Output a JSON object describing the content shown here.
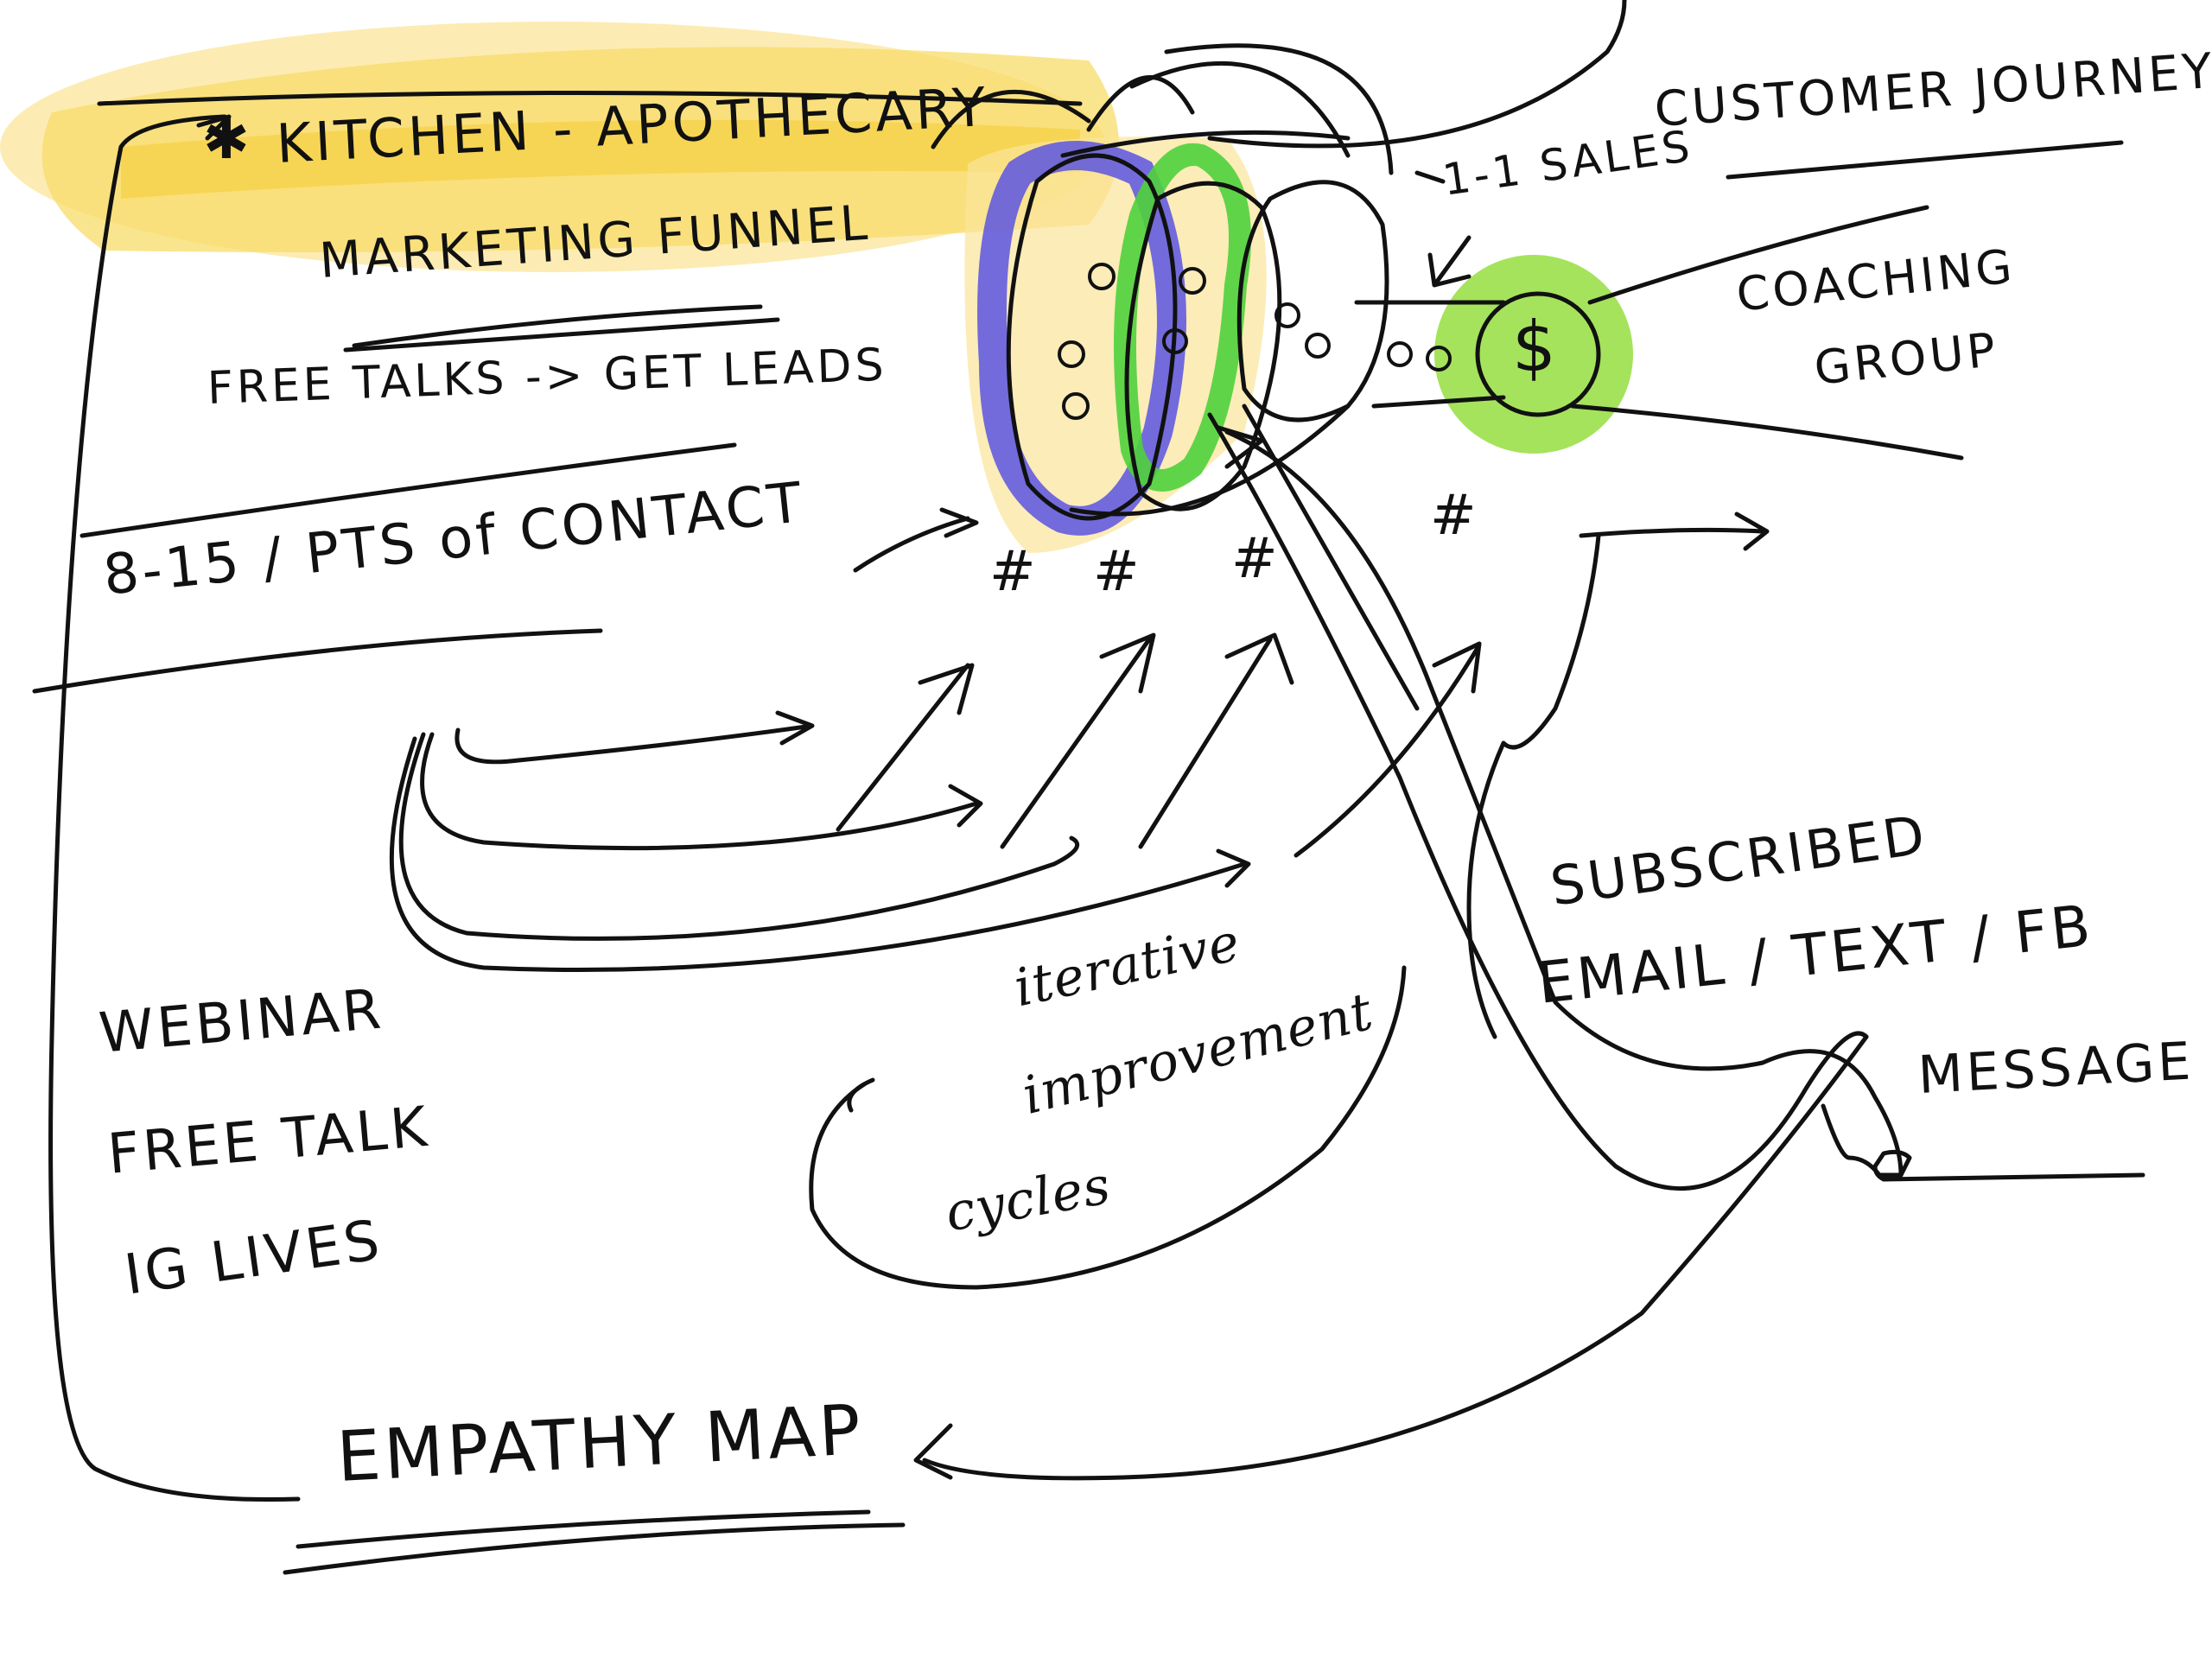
{
  "colors": {
    "ink": "#111111",
    "highlight_yellow": "#f6d24a",
    "highlight_yellow_soft": "#fbe9a6",
    "marker_blue": "#5a55e0",
    "marker_green": "#4fd23c",
    "marker_lime": "#9be04a"
  },
  "title": "KITCHEN - APOTHECARY",
  "subtitle": "MARKETING FUNNEL",
  "free_talks": "FREE TALKS -> GET LEADS",
  "points_of_contact": "8-15 / PTS of CONTACT",
  "customer_journey": "CUSTOMER JOURNEY",
  "sales": "1-1 SALES",
  "coaching": [
    "COACHING",
    "GROUP"
  ],
  "dollar_sign": "$",
  "hash_marks": [
    "#",
    "#",
    "#",
    "#"
  ],
  "webinar": [
    "WEBINAR",
    "FREE TALK",
    "IG LIVES"
  ],
  "iterative": [
    "iterative",
    "improvement",
    "cycles"
  ],
  "subscribed": [
    "SUBSCRIBED",
    "EMAIL / TEXT / FB",
    "MESSAGE"
  ],
  "empathy_map": "EMPATHY MAP"
}
